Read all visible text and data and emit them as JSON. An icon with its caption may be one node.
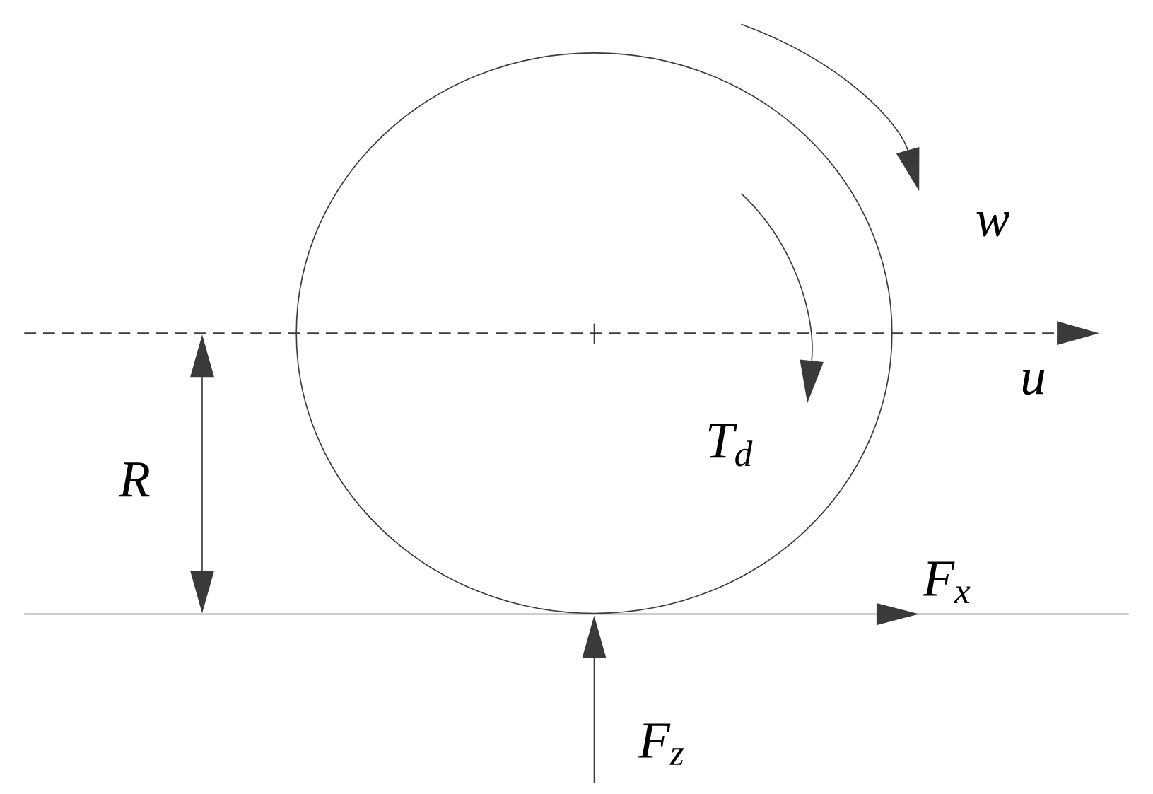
{
  "diagram": {
    "labels": [
      "w",
      "u",
      "T$_{d}$",
      "R",
      "F$_{x}$",
      "F$_{z}$"
    ]
  }
}
